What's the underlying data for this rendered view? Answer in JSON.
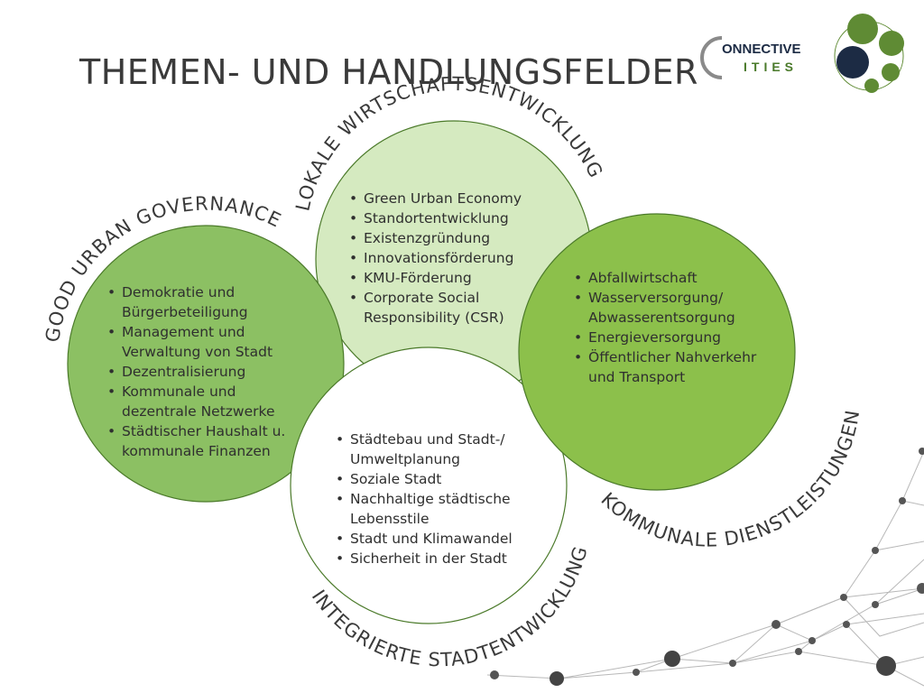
{
  "title": "THEMEN- UND HANDLUNGSFELDER",
  "logo": {
    "line1": "ONNECTIVE",
    "line2": "ITIES"
  },
  "colors": {
    "dark_green": "#8cc063",
    "light_green": "#d5eac0",
    "mid_green": "#8cc04b",
    "circle_stroke": "#4b7a2a",
    "logo_navy": "#1c2b44",
    "logo_green": "#5f8b34",
    "network_grey": "#9a9a9a"
  },
  "circles": {
    "governance": {
      "label": "GOOD URBAN GOVERNANCE",
      "items": [
        "Demokratie und Bürgerbeteiligung",
        "Management und Verwaltung von Stadt",
        "Dezentralisierung",
        "Kommunale und dezentrale Netzwerke",
        "Städtischer Haushalt u. kommunale Finanzen"
      ]
    },
    "economy": {
      "label": "LOKALE WIRTSCHAFTSENTWICKLUNG",
      "items": [
        "Green Urban Economy",
        "Standortentwicklung",
        "Existenzgründung",
        "Innovationsförderung",
        "KMU-Förderung",
        "Corporate Social Responsibility (CSR)"
      ]
    },
    "services": {
      "label": "KOMMUNALE DIENSTLEISTUNGEN",
      "items": [
        "Abfallwirtschaft",
        "Wasserversorgung/ Abwasserentsorgung",
        "Energieversorgung",
        "Öffentlicher Nahverkehr und Transport"
      ]
    },
    "integrated": {
      "label": "INTEGRIERTE STADTENTWICKLUNG",
      "items": [
        "Städtebau und Stadt-/ Umweltplanung",
        "Soziale Stadt",
        "Nachhaltige  städtische Lebensstile",
        "Stadt und Klimawandel",
        "Sicherheit in der Stadt"
      ]
    }
  }
}
